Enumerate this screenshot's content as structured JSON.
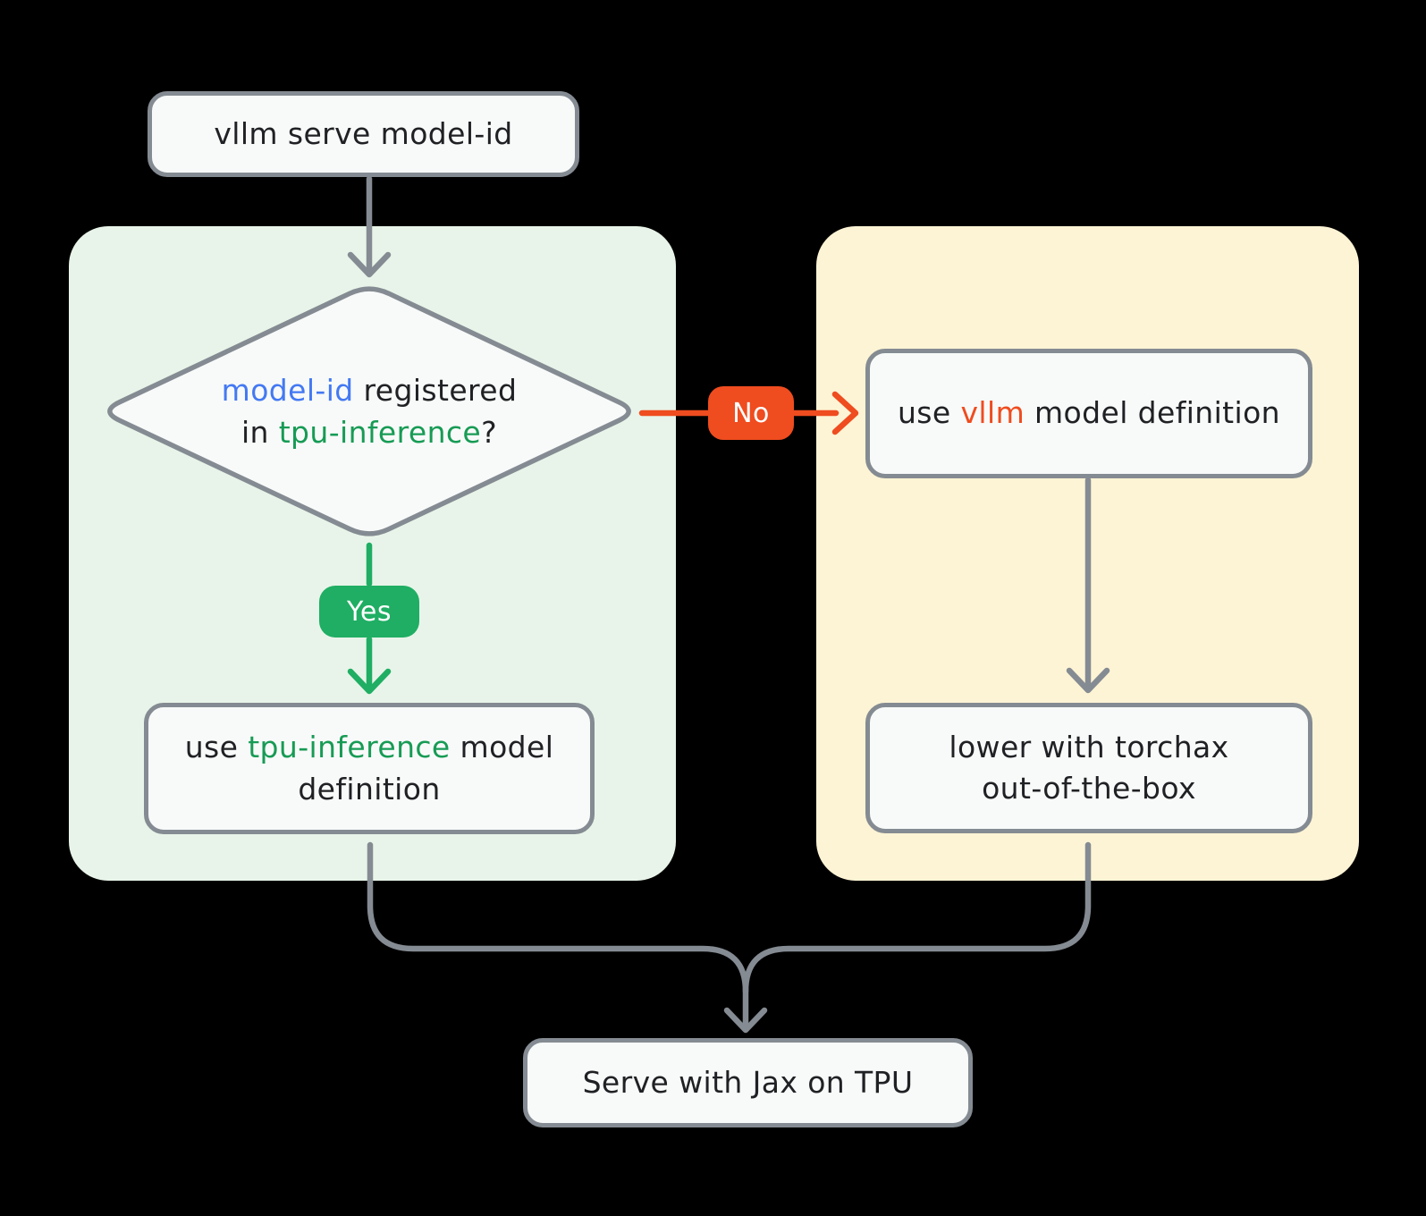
{
  "colors": {
    "background": "#000000",
    "panel_green": "#e8f4e9",
    "panel_yellow": "#fdf4d5",
    "node_fill": "#f8faf9",
    "node_border": "#858b92",
    "connector_gray": "#858b92",
    "text_dark": "#202124",
    "accent_blue": "#4379f3",
    "accent_green": "#1fae63",
    "accent_green_text": "#179b55",
    "accent_orange": "#ef4c1f"
  },
  "flow": {
    "start": {
      "label": "vllm serve model-id"
    },
    "decision": {
      "line1_model_id": "model-id",
      "line1_rest": " registered",
      "line2_in": "in ",
      "line2_tpu_inference": "tpu-inference",
      "line2_question": "?"
    },
    "yes_branch": {
      "badge": "Yes",
      "node_use": "use ",
      "node_tpu_inference": "tpu-inference",
      "node_rest": " model definition"
    },
    "no_branch": {
      "badge": "No",
      "node_use": "use ",
      "node_vllm": "vllm",
      "node_rest": " model definition",
      "lower_line1": "lower with torchax",
      "lower_line2": "out-of-the-box"
    },
    "serve": {
      "label": "Serve with Jax on TPU"
    }
  }
}
